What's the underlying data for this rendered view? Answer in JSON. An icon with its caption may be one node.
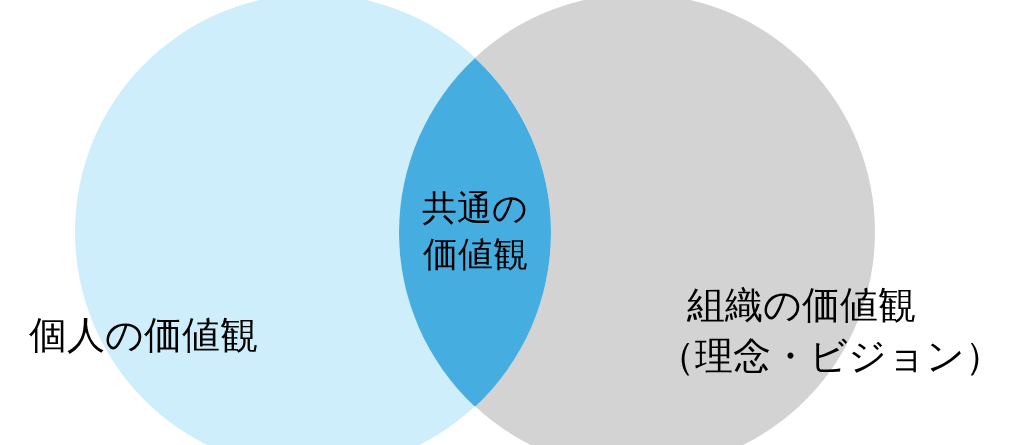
{
  "diagram": {
    "nodes": [
      {
        "text": [
          "個人の価値観"
        ]
      },
      {
        "text": [
          "組織の価値観",
          "（理念・ビジョン）"
        ]
      },
      {
        "text": [
          "共通の価値観"
        ]
      }
    ]
  }
}
